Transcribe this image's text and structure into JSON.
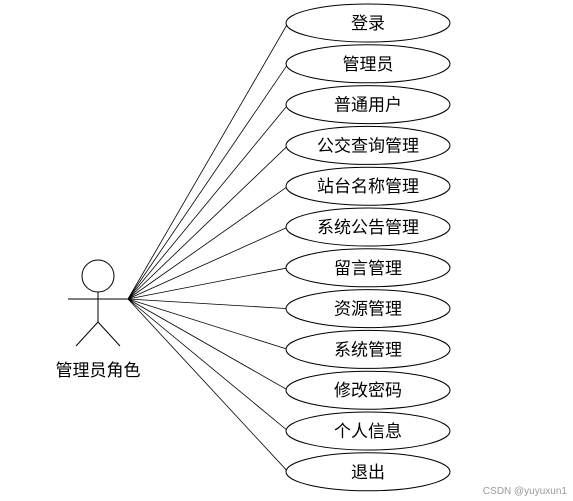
{
  "actor": {
    "label": "管理员角色"
  },
  "use_cases": [
    "登录",
    "管理员",
    "普通用户",
    "公交查询管理",
    "站台名称管理",
    "系统公告管理",
    "留言管理",
    "资源管理",
    "系统管理",
    "修改密码",
    "个人信息",
    "退出"
  ],
  "watermark": "CSDN @yuyuxun1"
}
